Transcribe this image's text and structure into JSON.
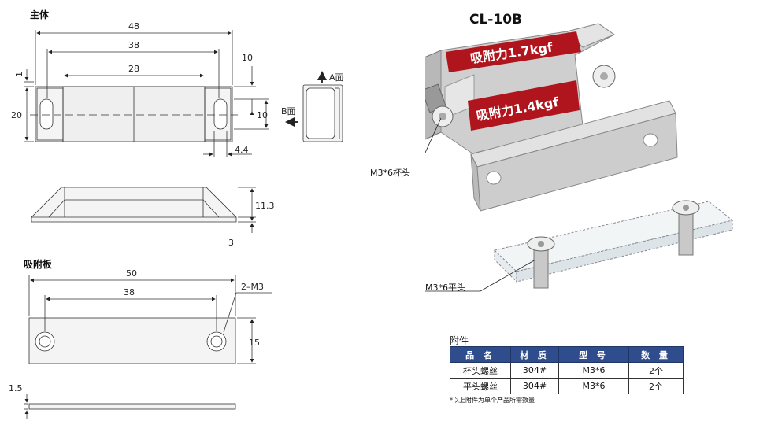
{
  "drawing": {
    "section_body_title": "主体",
    "section_plate_title": "吸附板",
    "body_dims": {
      "width_48": "48",
      "width_38": "38",
      "width_28": "28",
      "height_20": "20",
      "offset_1": "1",
      "right_10_top": "10",
      "right_10_mid": "10",
      "hole_4_4": "4.4",
      "side_11_3": "11.3",
      "side_3": "3"
    },
    "view_labels": {
      "a_face": "A面",
      "b_face": "B面"
    },
    "plate_dims": {
      "width_50": "50",
      "width_38": "38",
      "holes": "2–M3",
      "height_15": "15",
      "thickness_1_5": "1.5"
    }
  },
  "product": {
    "model": "CL-10B",
    "force_upper": "吸附力1.7kgf",
    "force_lower": "吸附力1.4kgf",
    "callout_cup_screw": "M3*6杯头",
    "callout_flat_screw": "M3*6平头",
    "red_color": "#b0141c"
  },
  "accessories": {
    "title": "附件",
    "headers": [
      "品 名",
      "材 质",
      "型 号",
      "数 量"
    ],
    "rows": [
      [
        "杯头螺丝",
        "304#",
        "M3*6",
        "2个"
      ],
      [
        "平头螺丝",
        "304#",
        "M3*6",
        "2个"
      ]
    ],
    "note": "*以上附件为单个产品所需数量",
    "header_color": "#2f4d8c"
  }
}
